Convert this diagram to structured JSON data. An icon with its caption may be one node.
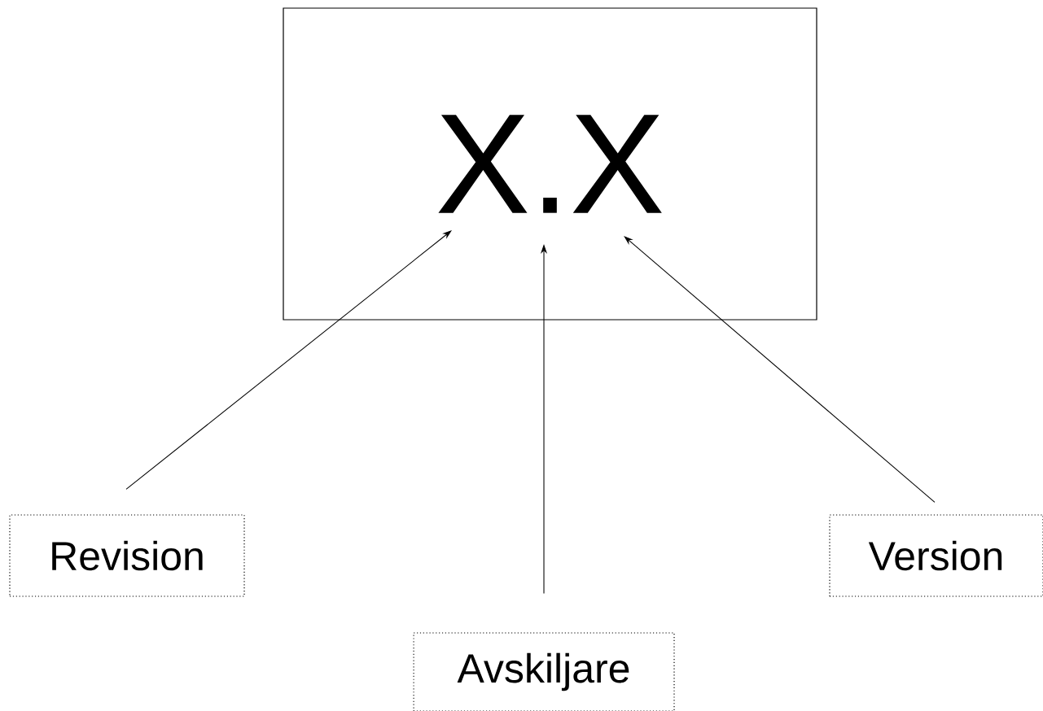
{
  "diagram": {
    "nodes": [
      {
        "text": [
          "X.X"
        ]
      },
      {
        "text": [
          "Revision"
        ]
      },
      {
        "text": [
          "Avskiljare"
        ]
      },
      {
        "text": [
          "Version"
        ]
      }
    ],
    "edges": [
      {
        "from": 1,
        "to": 0,
        "arrow": "to"
      },
      {
        "from": 2,
        "to": 0,
        "arrow": "to"
      },
      {
        "from": 3,
        "to": 0,
        "arrow": "to"
      }
    ]
  }
}
